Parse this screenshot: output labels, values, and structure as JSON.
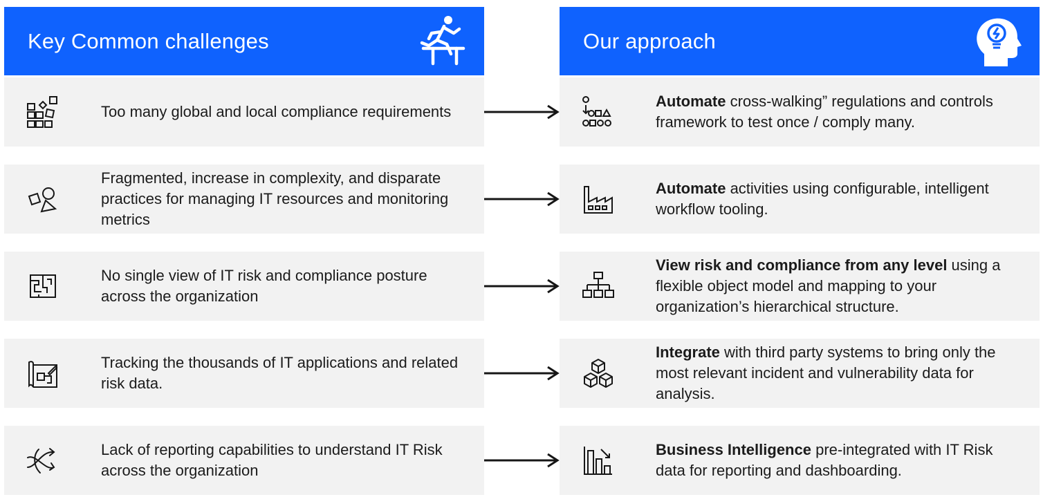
{
  "colors": {
    "header_bg": "#0f62fe",
    "card_bg": "#f2f2f2",
    "arrow": "#161616"
  },
  "left_header": {
    "title": "Key Common challenges",
    "icon": "hurdle-runner-icon"
  },
  "right_header": {
    "title": "Our approach",
    "icon": "idea-head-icon"
  },
  "rows": [
    {
      "challenge": {
        "icon": "shapes-grid-icon",
        "text": "Too many global and local compliance requirements"
      },
      "approach": {
        "icon": "workflow-shapes-icon",
        "bold": "Automate",
        "text": " cross-walking” regulations and controls framework to test once / comply many."
      }
    },
    {
      "challenge": {
        "icon": "scattered-shapes-icon",
        "text": "Fragmented, increase in complexity, and disparate practices for managing IT resources and monitoring metrics"
      },
      "approach": {
        "icon": "factory-icon",
        "bold": "Automate",
        "text": " activities using configurable, intelligent workflow tooling."
      }
    },
    {
      "challenge": {
        "icon": "maze-icon",
        "text": "No single view of IT risk and compliance posture across the organization"
      },
      "approach": {
        "icon": "hierarchy-icon",
        "bold": "View risk and compliance from any level",
        "text": " using a flexible object model and mapping to your organization’s hierarchical structure."
      }
    },
    {
      "challenge": {
        "icon": "blueprint-icon",
        "text": "Tracking the thousands of IT applications and related risk data."
      },
      "approach": {
        "icon": "cubes-icon",
        "bold": "Integrate",
        "text": " with third party systems to bring only the most relevant incident and vulnerability data for analysis."
      }
    },
    {
      "challenge": {
        "icon": "crossing-arrows-icon",
        "text": "Lack of reporting capabilities to understand IT Risk across the organization"
      },
      "approach": {
        "icon": "bar-chart-icon",
        "bold": "Business Intelligence",
        "text": " pre-integrated with IT Risk data for reporting and dashboarding."
      }
    }
  ]
}
